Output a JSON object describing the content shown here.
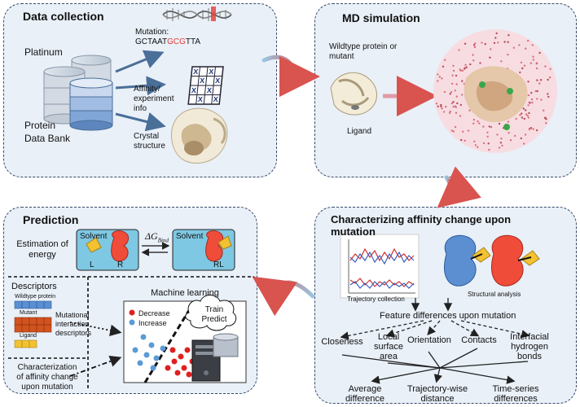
{
  "data_collection": {
    "title": "Data collection",
    "platinum": "Platinum",
    "pdb": "Protein\nData Bank",
    "mutation_label": "Mutation:",
    "seq_pre": "GCTAAT",
    "seq_mut": "GCG",
    "seq_post": "TTA",
    "affinity": "Affinity/\nexperiment\ninfo",
    "crystal": "Crystal\nstructure"
  },
  "md": {
    "title": "MD simulation",
    "wildtype": "Wildtype protein or\nmutant",
    "ligand": "Ligand"
  },
  "characterizing": {
    "title": "Characterizing affinity change upon\nmutation",
    "trajectory": "Trajectory collection",
    "structural": "Structural analysis",
    "feature_diff": "Feature differences upon mutation",
    "features": [
      "Closeness",
      "Local\nsurface\narea",
      "Orientation",
      "Contacts",
      "Interfacial\nhydrogen\nbonds"
    ],
    "outputs": [
      "Average\ndifference",
      "Trajectory-wise\ndistance",
      "Time-series\ndifferences"
    ]
  },
  "prediction": {
    "title": "Prediction",
    "estimation": "Estimation of\nenergy",
    "solvent": "Solvent",
    "L": "L",
    "R": "R",
    "RL": "RL",
    "delta_g": "ΔG",
    "delta_g_sub": "Bind",
    "descriptors": "Descriptors",
    "wildtype_protein": "Wildtype protein",
    "mutant": "Mutant",
    "ligand": "Ligand",
    "mutational": "Mutational\ninteraction\ndescriptors",
    "characterization": "Characterization\nof affinity change\nupon mutation",
    "ml": "Machine learning",
    "decrease": "Decrease",
    "increase": "Increase",
    "train": "Train",
    "predict": "Predict"
  },
  "colors": {
    "panel_bg": "#e9f0f8",
    "panel_border": "#3a4a66",
    "arrow": "#d9534f",
    "arrow_blue": "#9cc3e0",
    "mutation_red": "#e53935",
    "decrease_red": "#e02020",
    "increase_blue": "#5b9bd5",
    "solvent_box": "#7ec8e3"
  }
}
